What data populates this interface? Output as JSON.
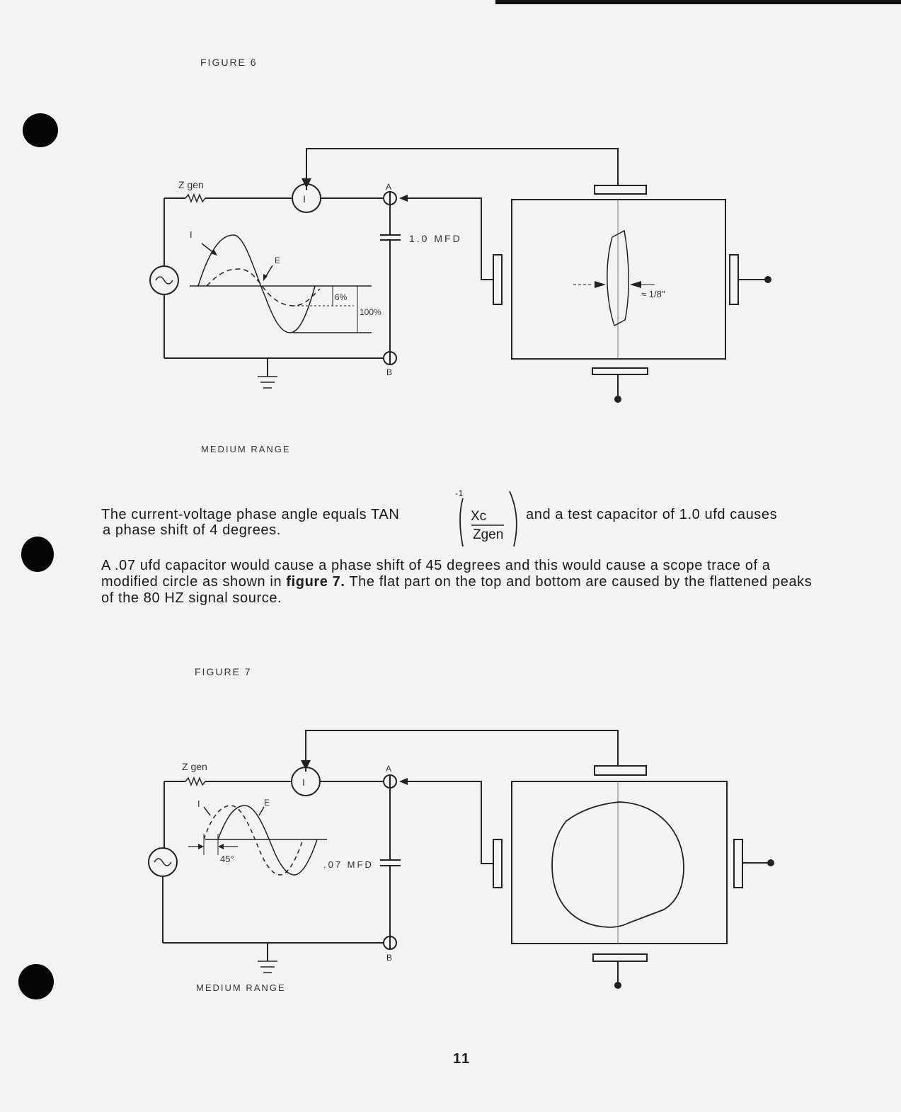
{
  "figure6": {
    "label": "FIGURE 6",
    "zgen_label": "Z gen",
    "meter_label": "I",
    "node_a": "A",
    "node_b": "B",
    "capacitor_label": "1.0 MFD",
    "i_label": "I",
    "e_label": "E",
    "pct_small": "6%",
    "pct_full": "100%",
    "trace_width_label": "≈ 1/8\"",
    "range_label": "MEDIUM RANGE"
  },
  "text": {
    "line1_left": "The current-voltage phase angle equals TAN",
    "superscript": "-1",
    "frac_num": "Xc",
    "frac_den": "Zgen",
    "line1_right": "and a test capacitor of 1.0 ufd causes",
    "line2": "a phase shift of 4 degrees.",
    "para2_part1": "A .07 ufd capacitor would cause a phase shift of 45 degrees and this would cause a scope trace of a modified circle as shown in ",
    "para2_bold": "figure 7.",
    "para2_part2": " The flat part on the top and bottom are caused by the flattened peaks of the 80 HZ signal source."
  },
  "figure7": {
    "label": "FIGURE 7",
    "zgen_label": "Z gen",
    "meter_label": "I",
    "node_a": "A",
    "node_b": "B",
    "capacitor_label": ".07 MFD",
    "i_label": "I",
    "e_label": "E",
    "angle_label": "45°",
    "range_label": "MEDIUM RANGE"
  },
  "page_number": "11"
}
